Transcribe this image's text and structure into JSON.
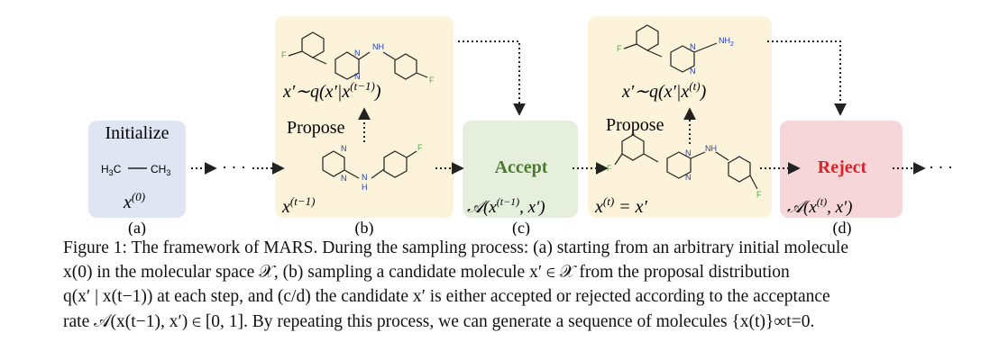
{
  "figure": {
    "panels": {
      "a": {
        "title": "Initialize",
        "left_group": "H",
        "left_sub": "3",
        "left_atom": "C",
        "right_atom": "CH",
        "right_sub": "3",
        "state_base": "x",
        "state_sup": "(0)",
        "letter": "(a)"
      },
      "b": {
        "action": "Propose",
        "proposal_formula": "x′∼q(x′|x",
        "proposal_sup": "(t−1)",
        "proposal_end": ")",
        "state_base": "x",
        "state_sup": "(t−1)",
        "letter": "(b)"
      },
      "c": {
        "decision": "Accept",
        "rate_prefix": "𝒜(x",
        "rate_sup": "(t−1)",
        "rate_suffix": ", x′)",
        "letter": "(c)"
      },
      "b2": {
        "action": "Propose",
        "proposal_formula": "x′∼q(x′|x",
        "proposal_sup": "(t)",
        "proposal_end": ")",
        "state_base": "x",
        "state_sup": "(t)",
        "state_end": " = x′"
      },
      "d": {
        "decision": "Reject",
        "rate_prefix": "𝒜(x",
        "rate_sup": "(t)",
        "rate_suffix": ", x′)",
        "letter": "(d)"
      }
    },
    "ellipsis": "· · ·",
    "atoms": {
      "N": "N",
      "H": "H",
      "F": "F",
      "NH2": "NH",
      "two": "2"
    },
    "colors": {
      "panel_a": "#dfe5f3",
      "panel_b": "#fcf3da",
      "panel_c": "#e5efdc",
      "panel_d": "#f7d6d9",
      "accept_text": "#4b7a2e",
      "reject_text": "#d8262b",
      "nitrogen": "#1f3fb0",
      "fluorine": "#4aae44"
    }
  },
  "caption": {
    "lines": [
      "Figure 1: The framework of MARS. During the sampling process: (a) starting from an arbitrary initial molecule",
      "x(0) in the molecular space 𝒳, (b) sampling a candidate molecule x′ ∈ 𝒳 from the proposal distribution",
      "q(x′ | x(t−1)) at each step, and (c/d) the candidate x′ is either accepted or rejected according to the acceptance",
      "rate 𝒜(x(t−1), x′) ∈ [0, 1]. By repeating this process, we can generate a sequence of molecules {x(t)}∞t=0."
    ]
  }
}
